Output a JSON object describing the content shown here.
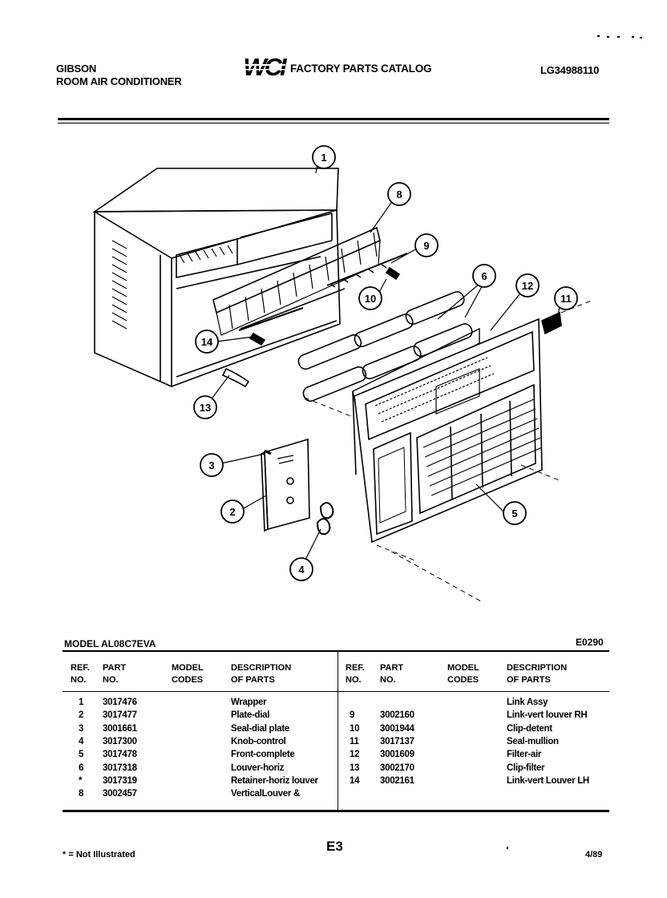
{
  "header": {
    "brand": "GIBSON",
    "product": "ROOM AIR CONDITIONER",
    "logo_text": "WCI",
    "catalog_title": "FACTORY PARTS CATALOG",
    "catalog_code": "LG34988110"
  },
  "diagram": {
    "callouts": [
      "1",
      "8",
      "9",
      "10",
      "6",
      "12",
      "11",
      "14",
      "13",
      "3",
      "2",
      "4",
      "5"
    ]
  },
  "model": {
    "label": "MODEL AL08C7EVA",
    "code": "E0290"
  },
  "table": {
    "left_headers": [
      "REF.\nNO.",
      "PART\nNO.",
      "MODEL\nCODES",
      "DESCRIPTION\nOF PARTS"
    ],
    "right_headers": [
      "REF.\nNO.",
      "PART\nNO.",
      "MODEL\nCODES",
      "DESCRIPTION\nOF PARTS"
    ],
    "left_rows": [
      {
        "ref": "1",
        "part": "3017476",
        "desc": "Wrapper"
      },
      {
        "ref": "2",
        "part": "3017477",
        "desc": "Plate-dial"
      },
      {
        "ref": "3",
        "part": "3001661",
        "desc": "Seal-dial plate"
      },
      {
        "ref": "4",
        "part": "3017300",
        "desc": "Knob-control"
      },
      {
        "ref": "5",
        "part": "3017478",
        "desc": "Front-complete"
      },
      {
        "ref": "6",
        "part": "3017318",
        "desc": "Louver-horiz"
      },
      {
        "ref": "*",
        "part": "3017319",
        "desc": "Retainer-horiz louver"
      },
      {
        "ref": "8",
        "part": "3002457",
        "desc": "VerticalLouver &"
      }
    ],
    "right_rows": [
      {
        "ref": "",
        "part": "",
        "desc": "Link Assy"
      },
      {
        "ref": "9",
        "part": "3002160",
        "desc": "Link-vert louver RH"
      },
      {
        "ref": "10",
        "part": "3001944",
        "desc": "Clip-detent"
      },
      {
        "ref": "11",
        "part": "3017137",
        "desc": "Seal-mullion"
      },
      {
        "ref": "12",
        "part": "3001609",
        "desc": "Filter-air"
      },
      {
        "ref": "13",
        "part": "3002170",
        "desc": "Clip-filter"
      },
      {
        "ref": "14",
        "part": "3002161",
        "desc": "Link-vert Louver LH"
      }
    ]
  },
  "footer": {
    "note": "* = Not Illustrated",
    "page": "E3",
    "date": "4/89"
  }
}
